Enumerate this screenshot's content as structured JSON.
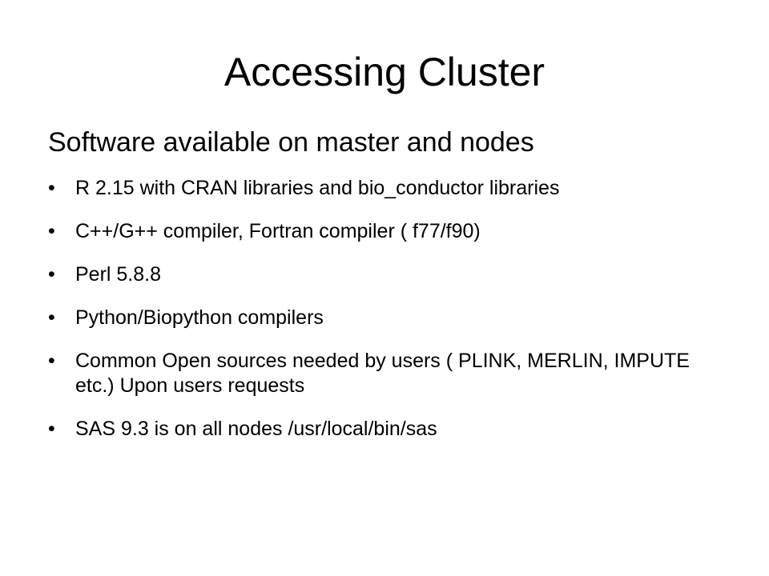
{
  "slide": {
    "title": "Accessing Cluster",
    "subtitle": "Software available on master and nodes",
    "bullets": [
      "R 2.15 with CRAN libraries and bio_conductor libraries",
      "C++/G++ compiler, Fortran compiler ( f77/f90)",
      "Perl 5.8.8",
      "Python/Biopython compilers",
      "Common Open sources needed by users ( PLINK, MERLIN, IMPUTE etc.) Upon users requests",
      "SAS 9.3 is on all nodes /usr/local/bin/sas"
    ],
    "bullet_glyph": "•"
  }
}
